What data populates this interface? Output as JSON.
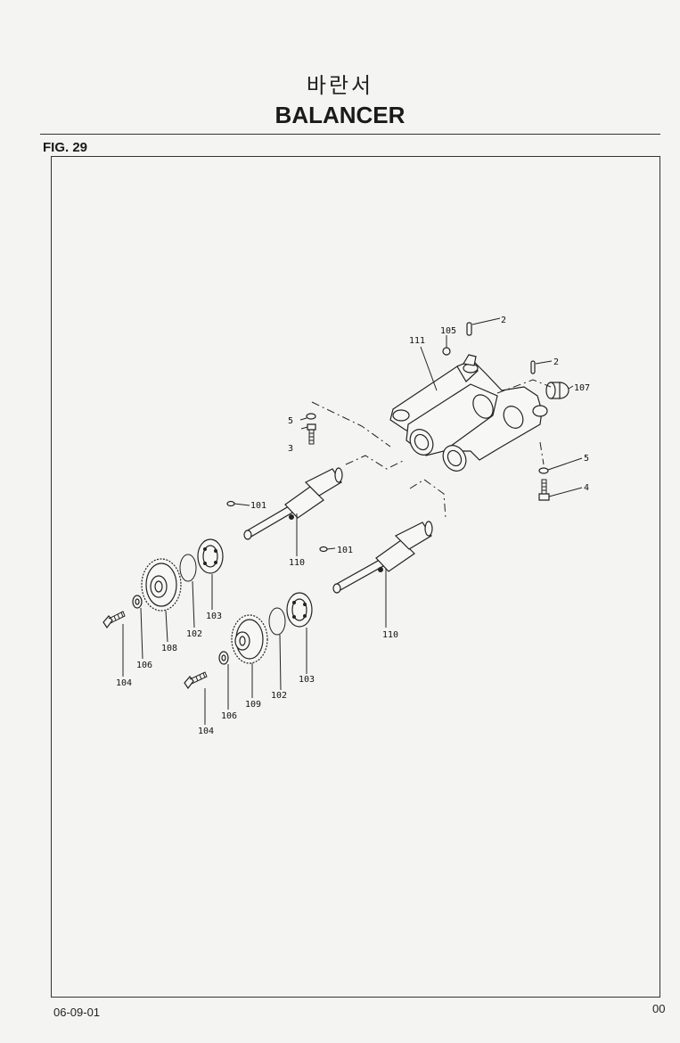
{
  "header": {
    "title_korean": "바란서",
    "title_english": "BALANCER",
    "figure_label": "FIG. 29"
  },
  "diagram": {
    "part_labels": {
      "p2a": "2",
      "p2b": "2",
      "p105": "105",
      "p111": "111",
      "p107": "107",
      "p5a": "5",
      "p3": "3",
      "p5b": "5",
      "p4": "4",
      "p101a": "101",
      "p101b": "101",
      "p110a": "110",
      "p110b": "110",
      "p103a": "103",
      "p102a": "102",
      "p108": "108",
      "p106a": "106",
      "p104a": "104",
      "p109": "109",
      "p102b": "102",
      "p103b": "103",
      "p106b": "106",
      "p104b": "104"
    }
  },
  "footer": {
    "date_code": "06-09-01",
    "page_number": "00"
  }
}
